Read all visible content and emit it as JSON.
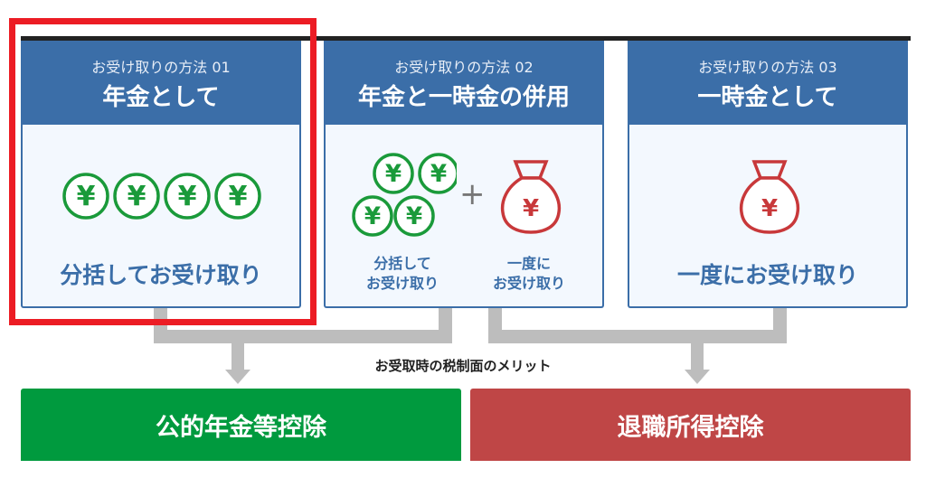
{
  "methods": [
    {
      "sub": "お受け取りの方法 01",
      "title": "年金として",
      "desc": "分括してお受け取り"
    },
    {
      "sub": "お受け取りの方法 02",
      "title": "年金と一時金の併用",
      "desc_left": [
        "分括して",
        "お受け取り"
      ],
      "plus": "+",
      "desc_right": [
        "一度に",
        "お受け取り"
      ]
    },
    {
      "sub": "お受け取りの方法 03",
      "title": "一時金として",
      "desc": "一度にお受け取り"
    }
  ],
  "yen": "¥",
  "merit_label": "お受取時の税制面のメリット",
  "results": [
    {
      "label": "公的年金等控除",
      "color": "#009a3e"
    },
    {
      "label": "退職所得控除",
      "color": "#bf4646"
    }
  ],
  "colors": {
    "header": "#3b6ea8",
    "coin": "#1a9a3a",
    "bag": "#c8383a",
    "highlight": "#ec1c24"
  }
}
